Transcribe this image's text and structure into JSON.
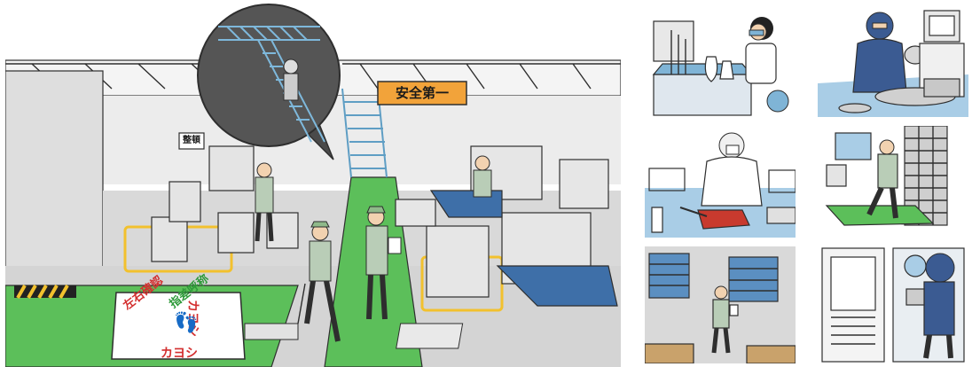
{
  "main_scene": {
    "banner_text": "安全第一",
    "sorting_sign_text": "整頓",
    "floor_sign": {
      "line1": "左右確認",
      "line2": "指差呼称",
      "line3": "カヨシ",
      "line4": "カヨシ"
    },
    "accent_colors": {
      "walkway_green": "#5cbf5a",
      "banner_orange": "#f2a33a",
      "stair_blue": "#8fc3e0",
      "floor_yellow": "#f2c12e"
    }
  }
}
